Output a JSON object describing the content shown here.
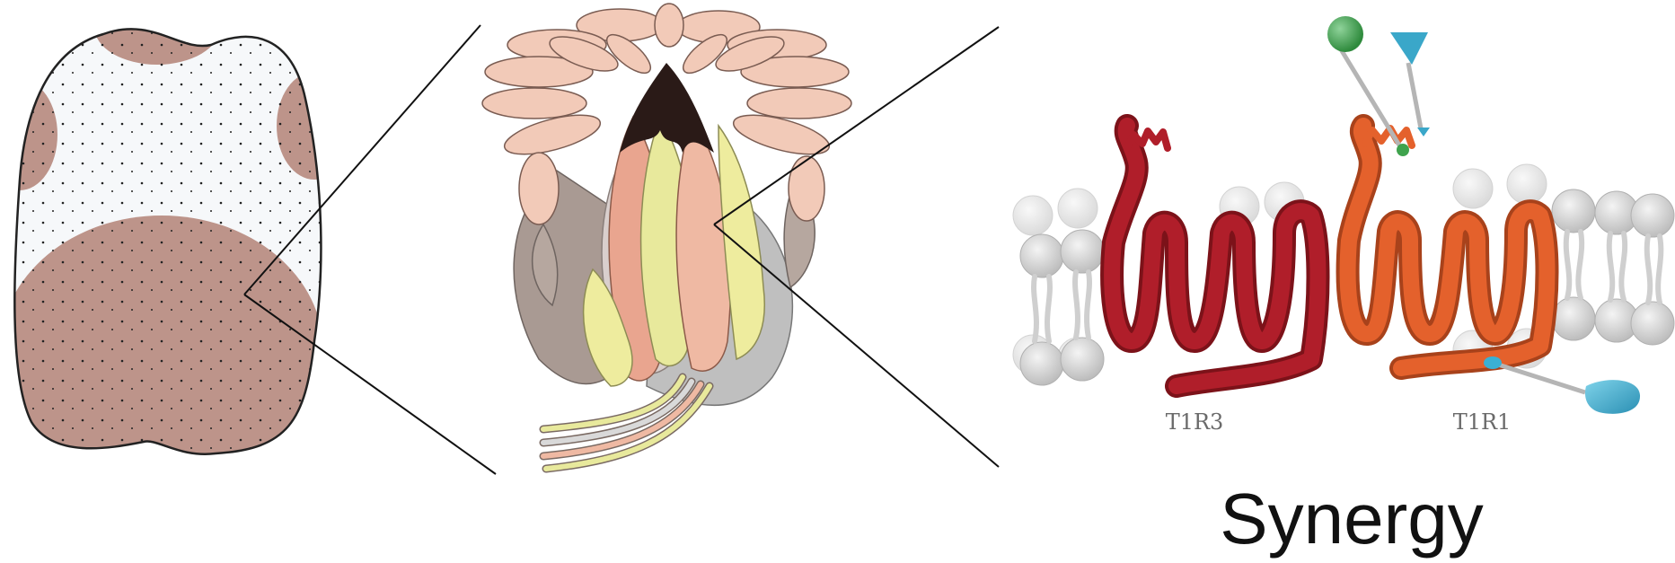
{
  "labels": {
    "left_receptor": "T1R3",
    "right_receptor": "T1R1",
    "caption": "Synergy"
  },
  "colors": {
    "tongue_fill": "#f6f8fa",
    "tongue_region": "#bd948a",
    "t1r3": "#b01e2a",
    "t1r3_dark": "#7c1219",
    "t1r1": "#e4612c",
    "t1r1_dark": "#a8421b",
    "petal": "#f2cab8",
    "lipid_head": "#d9d9d9",
    "ligand_sphere": "#3fa34d",
    "ligand_triangle": "#3aa7c9",
    "ligand_drop": "#3ab0d3"
  }
}
